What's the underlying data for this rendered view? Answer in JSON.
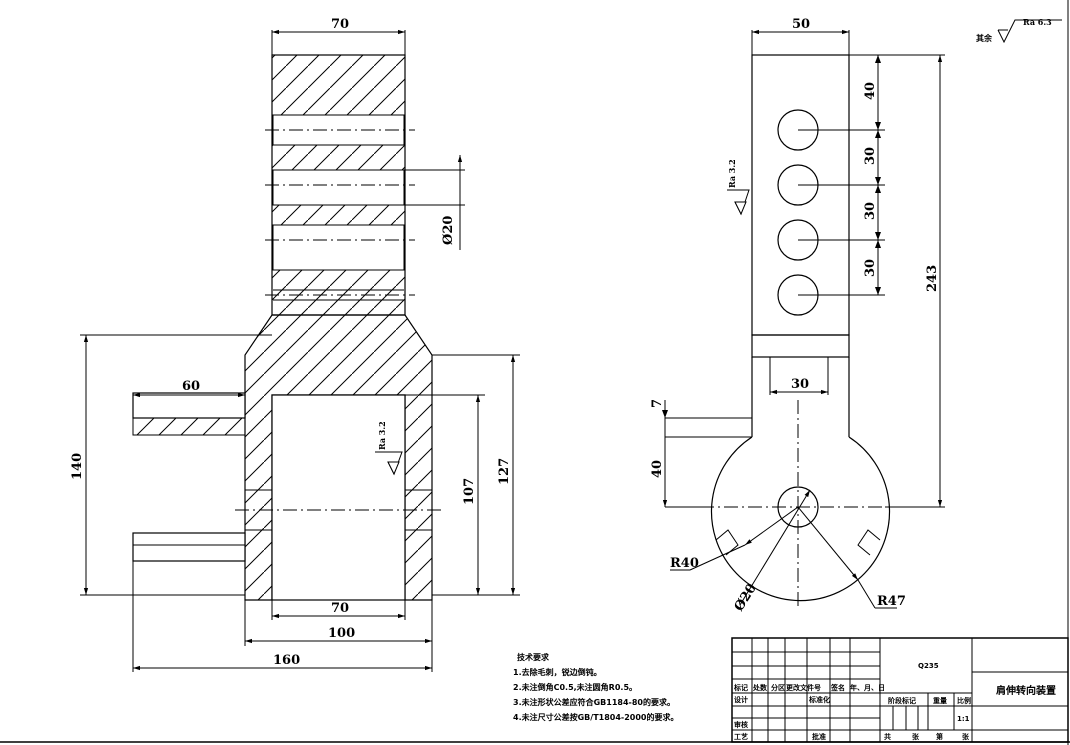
{
  "roughness_default": {
    "prefix": "其余",
    "value": "Ra 6.3"
  },
  "left_view": {
    "dims": {
      "top_width": "70",
      "flange_len": "60",
      "bore_dia": "Ø20",
      "height_total": "140",
      "inner_height": "107",
      "outer_height": "127",
      "inner_width": "70",
      "mid_width": "100",
      "total_width": "160"
    },
    "roughness": "Ra 3.2"
  },
  "right_view": {
    "dims": {
      "top_width": "50",
      "pitch_1": "40",
      "pitch_2": "30",
      "pitch_3": "30",
      "pitch_4": "30",
      "total_height": "243",
      "slot_width": "30",
      "slot_depth": "7",
      "neck_height": "40",
      "radius_outer": "R40",
      "radius_big": "R47",
      "hole_dia": "Ø20"
    },
    "roughness": "Ra 3.2"
  },
  "tech_requirements": {
    "title": "技术要求",
    "items": [
      "1.去除毛刺，锐边倒钝。",
      "2.未注倒角C0.5,未注圆角R0.5。",
      "3.未注形状公差应符合GB1184-80的要求。",
      "4.未注尺寸公差按GB/T1804-2000的要求。"
    ]
  },
  "title_block": {
    "material": "Q235",
    "drawing_name": "肩伸转向装置",
    "headers": [
      "标记",
      "处数",
      "分区",
      "更改文件号",
      "签名",
      "年、月、日"
    ],
    "row_design": "设计",
    "row_standard": "标准化",
    "row_review": "审核",
    "row_process": "工艺",
    "row_approve": "批准",
    "stage_mark": "阶段标记",
    "weight": "重量",
    "scale_label": "比例",
    "scale_value": "1:1",
    "total_label": "共",
    "sheets_label": "张",
    "sheet_no_label": "第",
    "sheet_label": "张"
  }
}
